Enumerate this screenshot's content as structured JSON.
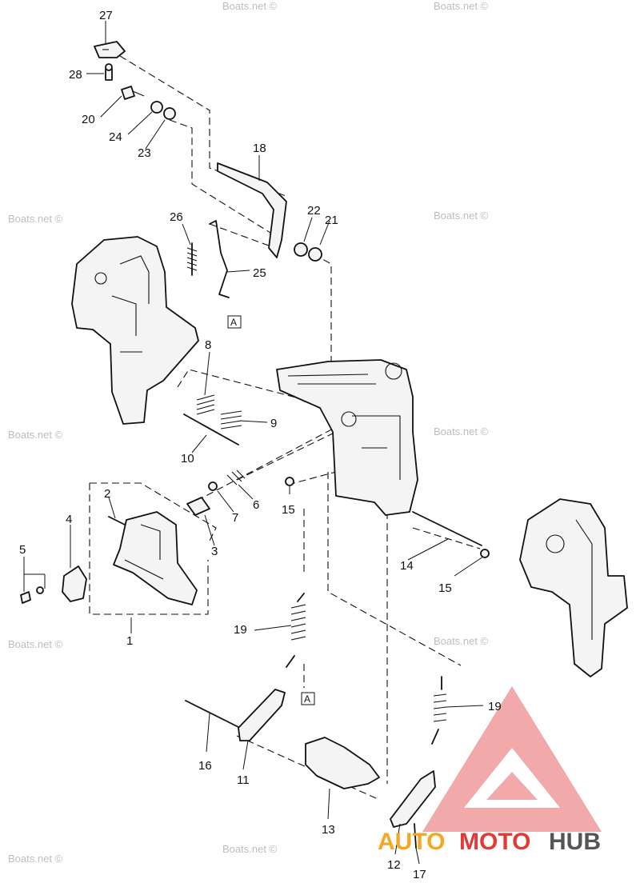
{
  "watermark": "Boats.net ©",
  "part_numbers": [
    "1",
    "2",
    "3",
    "4",
    "5",
    "6",
    "7",
    "8",
    "9",
    "10",
    "11",
    "12",
    "13",
    "14",
    "15",
    "15",
    "16",
    "17",
    "18",
    "19",
    "19",
    "20",
    "21",
    "22",
    "23",
    "24",
    "25",
    "26",
    "27",
    "28"
  ],
  "view_markers": [
    "A",
    "A"
  ],
  "logo": {
    "part1": "AUTO",
    "part2": "MOTO",
    "part3": "HUB",
    "color_orange": "#f5a623",
    "color_red": "#e53935",
    "color_gray": "#555555",
    "triangle_color": "#ef9a9a"
  }
}
